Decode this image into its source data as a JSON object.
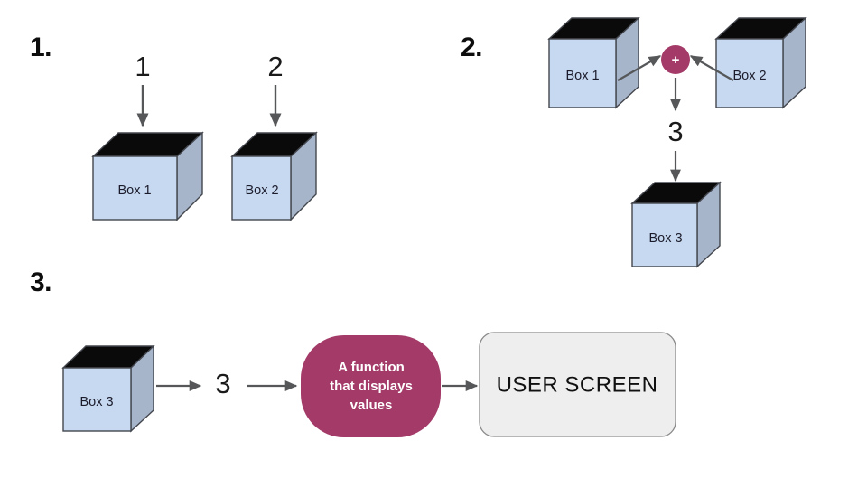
{
  "page": {
    "title": "Box values summation and display flow",
    "background": "#ffffff"
  },
  "colors": {
    "cube_front": "#c6d9f0",
    "cube_side": "#a7b5cb",
    "cube_top": "#0a0a0a",
    "cube_stroke": "#43464d",
    "arrow": "#555759",
    "accent_magenta": "#a33a68",
    "screen_fill": "#eeeeee",
    "screen_stroke": "#8a8a8a",
    "text_dark": "#1b1b2b",
    "text_white": "#ffffff"
  },
  "steps": [
    {
      "id": "step-1",
      "label": "1."
    },
    {
      "id": "step-2",
      "label": "2."
    },
    {
      "id": "step-3",
      "label": "3."
    }
  ],
  "step1": {
    "number_label": "1.",
    "inputs": [
      {
        "value": "1",
        "target": "Box 1"
      },
      {
        "value": "2",
        "target": "Box 2"
      }
    ],
    "boxes": [
      {
        "label": "Box 1"
      },
      {
        "label": "Box 2"
      }
    ]
  },
  "step2": {
    "number_label": "2.",
    "boxes": [
      {
        "label": "Box 1"
      },
      {
        "label": "Box 2"
      },
      {
        "label": "Box 3"
      }
    ],
    "operator": {
      "symbol": "+",
      "name": "plus-operator"
    },
    "result_value": "3"
  },
  "step3": {
    "number_label": "3.",
    "source_box": {
      "label": "Box 3"
    },
    "value": "3",
    "function_node": {
      "lines": [
        "A function",
        "that displays",
        "values"
      ]
    },
    "screen_node": {
      "label": "USER SCREEN"
    }
  }
}
